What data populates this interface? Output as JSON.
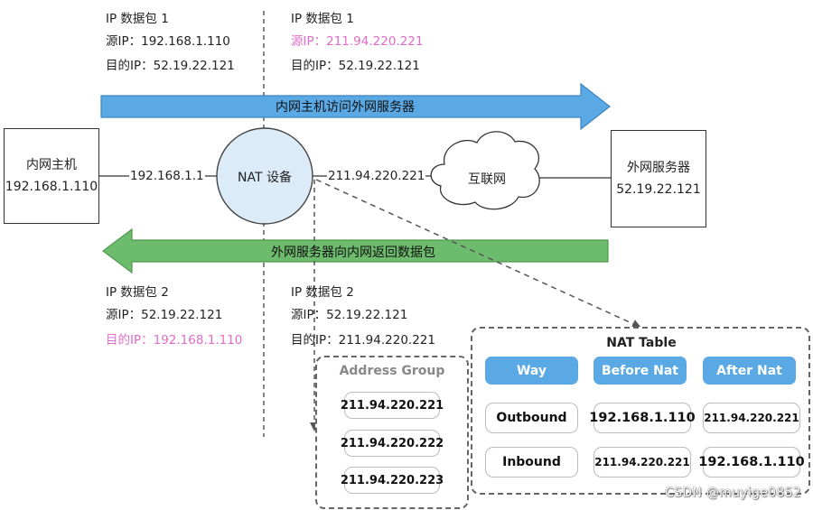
{
  "packet1_private": {
    "title": "IP 数据包 1",
    "src": "源IP：192.168.1.110",
    "dst": "目的IP：52.19.22.121"
  },
  "packet1_public": {
    "title": "IP 数据包 1",
    "src": "源IP：211.94.220.221",
    "dst": "目的IP：52.19.22.121"
  },
  "outbound_arrow_label": "内网主机访问外网服务器",
  "inbound_arrow_label": "外网服务器向内网返回数据包",
  "host": {
    "name": "内网主机",
    "ip": "192.168.1.110"
  },
  "nat": {
    "name": "NAT 设备",
    "private_ip": "192.168.1.1",
    "public_ip": "211.94.220.221"
  },
  "internet": {
    "name": "互联网"
  },
  "server": {
    "name": "外网服务器",
    "ip": "52.19.22.121"
  },
  "packet2_private": {
    "title": "IP 数据包 2",
    "src": "源IP：52.19.22.121",
    "dst": "目的IP：192.168.1.110"
  },
  "packet2_public": {
    "title": "IP 数据包 2",
    "src": "源IP：52.19.22.121",
    "dst": "目的IP：211.94.220.221"
  },
  "address_group": {
    "title": "Address Group",
    "items": [
      "211.94.220.221",
      "211.94.220.222",
      "211.94.220.223"
    ]
  },
  "nat_table": {
    "title": "NAT Table",
    "headers": [
      "Way",
      "Before Nat",
      "After Nat"
    ],
    "rows": [
      [
        "Outbound",
        "192.168.1.110",
        "211.94.220.221"
      ],
      [
        "Inbound",
        "211.94.220.221",
        "192.168.1.110"
      ]
    ]
  },
  "watermark": "CSDN @muyige0852",
  "colors": {
    "highlight": "#e06cc9",
    "outbound_arrow": "#5aa9e4",
    "inbound_arrow": "#6dbb6d",
    "table_header": "#5aa9e4"
  }
}
